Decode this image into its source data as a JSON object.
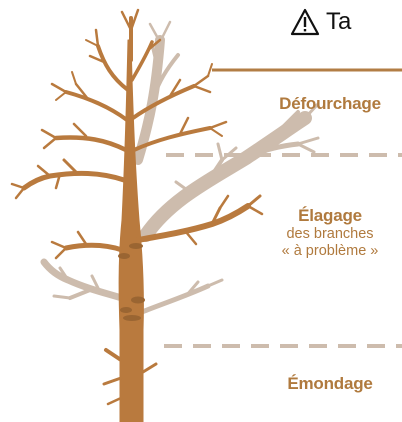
{
  "warning": {
    "icon": "warning-triangle-icon",
    "text": "Ta"
  },
  "zones": {
    "defourchage": {
      "title": "Défourchage"
    },
    "elagage": {
      "title": "Élagage",
      "line1": "des branches",
      "line2": "« à problème »"
    },
    "emondage": {
      "title": "Émondage"
    }
  },
  "colors": {
    "trunk": "#b97a3e",
    "trunk_shadow": "#9a6532",
    "ghost_branch": "#cdbcad",
    "label": "#b07a3e",
    "divider_solid": "#b27d45",
    "divider_dashed": "#cdbcad"
  }
}
